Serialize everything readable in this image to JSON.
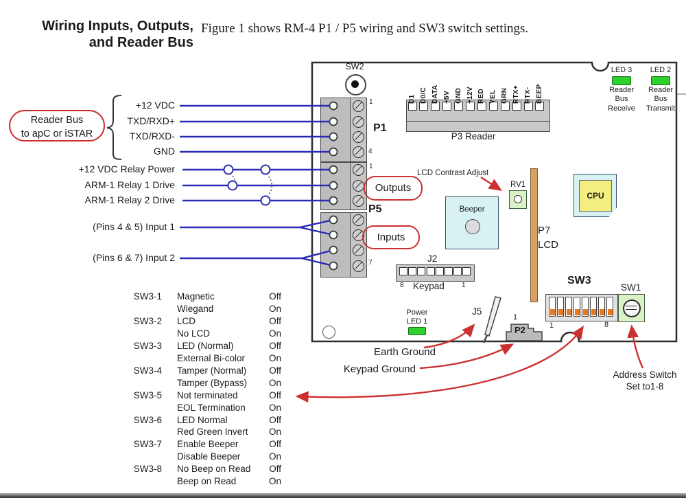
{
  "page": {
    "title_line1": "Wiring Inputs, Outputs,",
    "title_line2": "and Reader Bus",
    "caption": "Figure 1 shows RM-4 P1 / P5 wiring and SW3 switch settings."
  },
  "colors": {
    "wire_blue": "#2a2ab8",
    "accent_red": "#cc3030",
    "led_green": "#2ed12e",
    "component_cyan": "#d8f1f3",
    "cpu_yellow": "#f3ee7f",
    "pot_green": "#d9f2c8",
    "lcd_tan": "#d8a263",
    "dip_orange": "#e8791d"
  },
  "board": {
    "sw2_label": "SW2",
    "p1_label": "P1",
    "p5_label": "P5",
    "p1_pin_top": "1",
    "p1_pin_bottom": "4",
    "out_pin_top": "1",
    "in_pin_bottom": "7",
    "p3_label": "P3  Reader",
    "p3_pins": [
      "D1",
      "D0/C",
      "DATA",
      "+5V",
      "GND",
      "+12V",
      "RED",
      "YEL",
      "GRN",
      "RTX+",
      "RTX-",
      "BEEP"
    ],
    "led3": {
      "label": "LED 3",
      "lines": [
        "Reader",
        "Bus",
        "Receive"
      ]
    },
    "led2": {
      "label": "LED 2",
      "lines": [
        "Reader",
        "Bus",
        "Transmit"
      ]
    },
    "lcd_contrast": "LCD Contrast Adjust",
    "rv1": "RV1",
    "beeper": "Beeper",
    "cpu": "CPU",
    "p7": "P7",
    "lcd": "LCD",
    "j2": "J2",
    "j2_left": "8",
    "j2_keypad": "Keypad",
    "j2_right": "1",
    "power_led": [
      "Power",
      "LED 1"
    ],
    "j5": "J5",
    "p2": "P2",
    "p2_pin": "1",
    "sw3": "SW3",
    "sw3_left": "1",
    "sw3_right": "8",
    "sw1": "SW1"
  },
  "wiring": {
    "reader_bus_oval": [
      "Reader Bus",
      "to apC or iSTAR"
    ],
    "outputs_oval": "Outputs",
    "inputs_oval": "Inputs",
    "labels": [
      "+12 VDC",
      "TXD/RXD+",
      "TXD/RXD-",
      "GND",
      "+12 VDC Relay Power",
      "ARM-1 Relay 1 Drive",
      "ARM-1 Relay 2 Drive",
      "(Pins 4 & 5) Input 1",
      "(Pins 6 & 7) Input 2"
    ]
  },
  "annotations": {
    "earth_ground": "Earth Ground",
    "keypad_ground": "Keypad Ground",
    "address_switch": [
      "Address Switch",
      "Set to1-8"
    ]
  },
  "sw3_table": {
    "rows": [
      {
        "sw": "SW3-1",
        "option": "Magnetic",
        "value": "Off"
      },
      {
        "sw": "",
        "option": "Wiegand",
        "value": "On"
      },
      {
        "sw": "SW3-2",
        "option": "LCD",
        "value": "Off"
      },
      {
        "sw": "",
        "option": "No LCD",
        "value": "On"
      },
      {
        "sw": "SW3-3",
        "option": "LED (Normal)",
        "value": "Off"
      },
      {
        "sw": "",
        "option": "External Bi-color",
        "value": "On"
      },
      {
        "sw": "SW3-4",
        "option": "Tamper (Normal)",
        "value": "Off"
      },
      {
        "sw": "",
        "option": "Tamper (Bypass)",
        "value": "On"
      },
      {
        "sw": "SW3-5",
        "option": "Not terminated",
        "value": "Off"
      },
      {
        "sw": "",
        "option": "EOL Termination",
        "value": "On"
      },
      {
        "sw": "SW3-6",
        "option": "LED Normal",
        "value": "Off"
      },
      {
        "sw": "",
        "option": "Red Green Invert",
        "value": "On"
      },
      {
        "sw": "SW3-7",
        "option": "Enable Beeper",
        "value": "Off"
      },
      {
        "sw": "",
        "option": "Disable Beeper",
        "value": "On"
      },
      {
        "sw": "SW3-8",
        "option": "No Beep on Read",
        "value": "Off"
      },
      {
        "sw": "",
        "option": "Beep on Read",
        "value": "On"
      }
    ]
  }
}
